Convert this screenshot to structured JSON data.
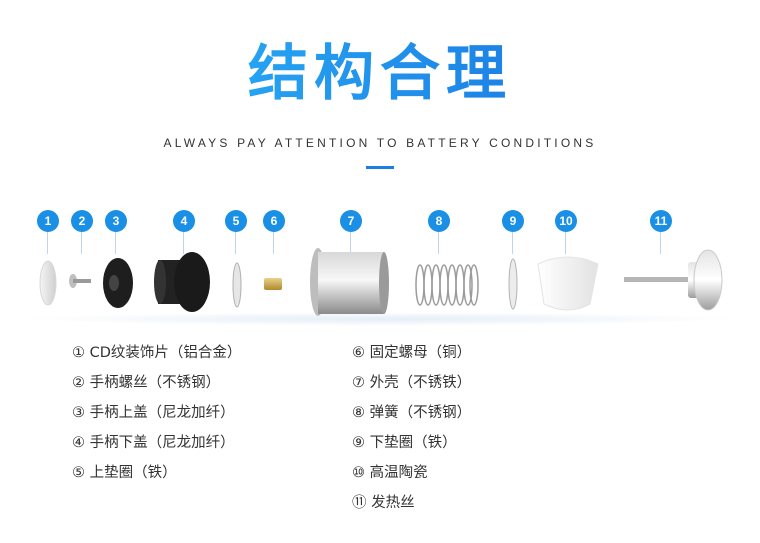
{
  "title": "结构合理",
  "subtitle": "ALWAYS PAY ATTENTION TO BATTERY CONDITIONS",
  "badges": [
    "1",
    "2",
    "3",
    "4",
    "5",
    "6",
    "7",
    "8",
    "9",
    "10",
    "11"
  ],
  "legend_left": [
    "① CD纹装饰片（铝合金）",
    "② 手柄螺丝（不锈钢）",
    "③ 手柄上盖（尼龙加纤）",
    "④ 手柄下盖（尼龙加纤）",
    "⑤ 上垫圈（铁）"
  ],
  "legend_right": [
    "⑥ 固定螺母（铜）",
    "⑦ 外壳（不锈铁）",
    "⑧ 弹簧（不锈钢）",
    "⑨ 下垫圈（铁）",
    "⑩ 高温陶瓷",
    "⑪ 发热丝"
  ],
  "colors": {
    "accent": "#1a8fe6",
    "title_start": "#2ec0ff",
    "title_end": "#1565d8"
  }
}
